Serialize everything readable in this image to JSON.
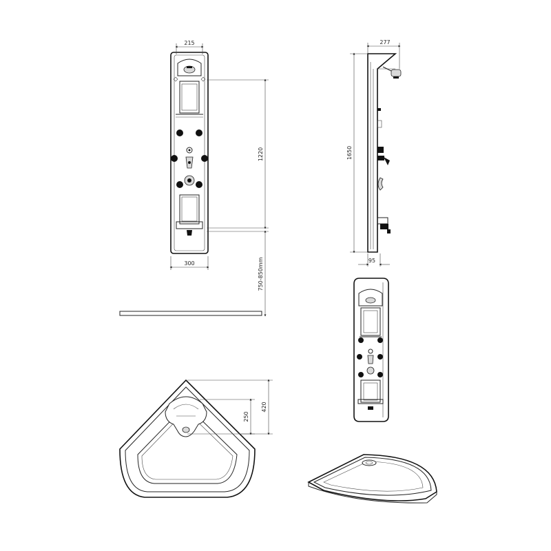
{
  "dimensions": {
    "top_width": "215",
    "panel_width": "300",
    "jet_span": "1220",
    "mount_height": "750-850mm",
    "side_depth": "277",
    "side_base_depth": "95",
    "total_height": "1650",
    "plan_inner": "250",
    "plan_outer": "420"
  }
}
